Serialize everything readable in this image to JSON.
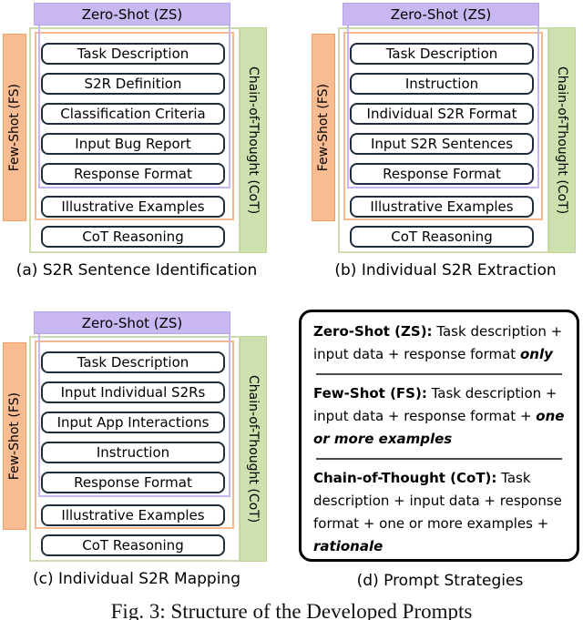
{
  "panels": [
    {
      "zero_shot": "Zero-Shot (ZS)",
      "few_shot": "Few-Shot (FS)",
      "cot": "Chain-of-Thought (CoT)",
      "boxes": [
        "Task Description",
        "S2R Definition",
        "Classification Criteria",
        "Input Bug Report",
        "Response Format",
        "Illustrative Examples",
        "CoT Reasoning"
      ],
      "caption": "(a) S2R Sentence Identification"
    },
    {
      "zero_shot": "Zero-Shot (ZS)",
      "few_shot": "Few-Shot (FS)",
      "cot": "Chain-of-Thought (CoT)",
      "boxes": [
        "Task Description",
        "Instruction",
        "Individual S2R Format",
        "Input S2R Sentences",
        "Response Format",
        "Illustrative Examples",
        "CoT Reasoning"
      ],
      "caption": "(b) Individual S2R Extraction"
    },
    {
      "zero_shot": "Zero-Shot (ZS)",
      "few_shot": "Few-Shot (FS)",
      "cot": "Chain-of-Thought (CoT)",
      "boxes": [
        "Task Description",
        "Input Individual S2Rs",
        "Input App Interactions",
        "Instruction",
        "Response Format",
        "Illustrative Examples",
        "CoT Reasoning"
      ],
      "caption": "(c) Individual S2R Mapping"
    }
  ],
  "strategies": {
    "entries": [
      {
        "label": "Zero-Shot (ZS):",
        "body": " Task description + input data + response format ",
        "emphasis": "only"
      },
      {
        "label": "Few-Shot (FS):",
        "body": " Task description + input data + response format + ",
        "emphasis": "one or more examples"
      },
      {
        "label": "Chain-of-Thought (CoT):",
        "body": " Task description + input data + response format + one or more examples + ",
        "emphasis": "rationale"
      }
    ],
    "caption": "(d) Prompt Strategies"
  },
  "figure_caption": "Fig. 3: Structure of the Developed Prompts",
  "colors": {
    "lavender_fill": "#c8b7f0",
    "lavender_border": "#b6a4e8",
    "orange_fill": "#f8bc92",
    "orange_border": "#ef9e68",
    "orange_frame": "#f7b88d",
    "green_fill": "#cde0ad",
    "green_border": "#c0d498",
    "green_frame": "#ccdcae",
    "box_border": "#1e2d3d",
    "ink": "#000000",
    "sep": "#4d4d4d"
  }
}
